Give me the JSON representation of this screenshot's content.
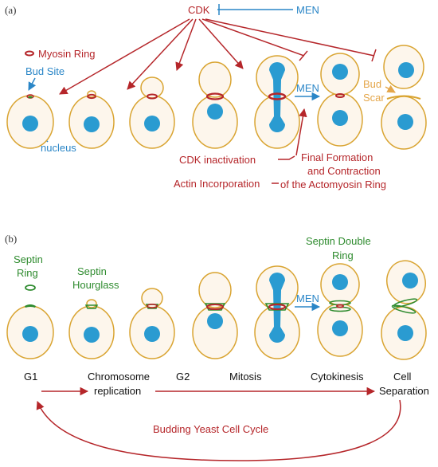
{
  "colors": {
    "cell_outline": "#d9a431",
    "cell_fill": "#fdf6ec",
    "nucleus": "#2a9bd1",
    "red": "#b5262a",
    "blue": "#2a86c7",
    "green": "#2e8b2e",
    "orange": "#e4a64a"
  },
  "panel_a": {
    "label": "(a)",
    "cdk": "CDK",
    "men": "MEN",
    "myosin_ring": "Myosin Ring",
    "bud_site": "Bud Site",
    "nucleus": "nucleus",
    "men_arrow": "MEN",
    "bud_scar": [
      "Bud",
      "Scar"
    ],
    "cdk_inactivation": "CDK inactivation",
    "actin_incorporation": "Actin Incorporation",
    "final_formation": [
      "Final Formation",
      "and Contraction",
      "of the Actomyosin Ring"
    ]
  },
  "panel_b": {
    "label": "(b)",
    "septin_ring": [
      "Septin",
      "Ring"
    ],
    "septin_hourglass": [
      "Septin",
      "Hourglass"
    ],
    "septin_double_ring": [
      "Septin Double",
      "Ring"
    ],
    "men_arrow": "MEN",
    "stages": {
      "g1": "G1",
      "chromosome_replication": [
        "Chromosome",
        "replication"
      ],
      "g2": "G2",
      "mitosis": "Mitosis",
      "cytokinesis": "Cytokinesis",
      "cell_separation": [
        "Cell",
        "Separation"
      ]
    },
    "cycle_title": "Budding Yeast Cell Cycle"
  }
}
